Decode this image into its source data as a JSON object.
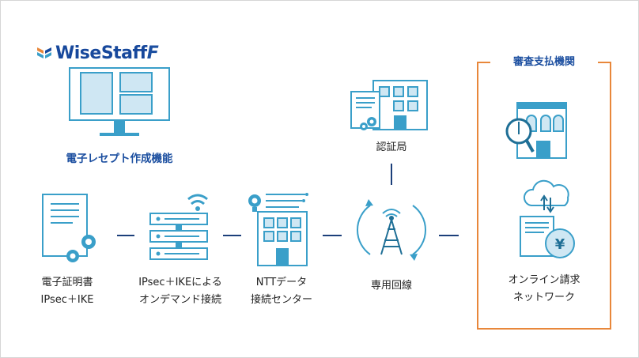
{
  "logo": {
    "text": "WiseStaff",
    "mark": "F"
  },
  "nodes": {
    "receipt_function": "電子レセプト作成機能",
    "cert_line1": "電子証明書",
    "cert_line2": "IPsec＋IKE",
    "ipsec_line1": "IPsec＋IKEによる",
    "ipsec_line2": "オンデマンド接続",
    "ntt_line1": "NTTデータ",
    "ntt_line2": "接続センター",
    "dedicated_line": "専用回線",
    "cert_authority": "認証局",
    "reviewer_title": "審査支払機関",
    "network_line1": "オンライン請求",
    "network_line2": "ネットワーク"
  },
  "icons": [
    "wisestaff-logo-icon",
    "monitor-icon",
    "document-gear-icon",
    "server-wifi-icon",
    "building-bulb-icon",
    "antenna-icon",
    "document-building-icon",
    "bank-search-icon",
    "cloud-document-yen-icon"
  ],
  "colors": {
    "accent_blue": "#1c4fa0",
    "icon_teal": "#3a9fc9",
    "icon_dark": "#1f6f96",
    "frame_orange": "#e8873a"
  }
}
